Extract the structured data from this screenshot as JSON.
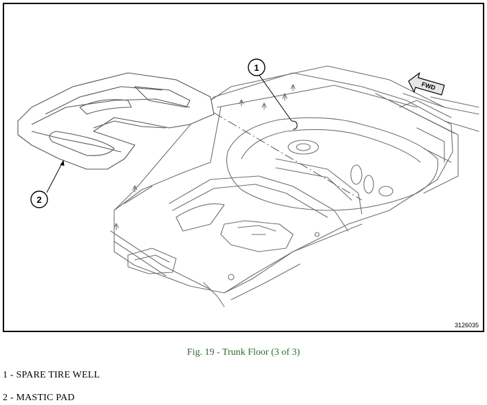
{
  "figure": {
    "id_code": "3126035",
    "callouts": [
      "1",
      "2"
    ],
    "direction_label": "FWD"
  },
  "caption": "Fig. 19 - Trunk Floor (3 of 3)",
  "legend": [
    "1 - SPARE TIRE WELL",
    "2 - MASTIC PAD"
  ],
  "colors": {
    "caption": "#2e6b2e",
    "line": "#6e6e6e",
    "frame": "#000000"
  }
}
